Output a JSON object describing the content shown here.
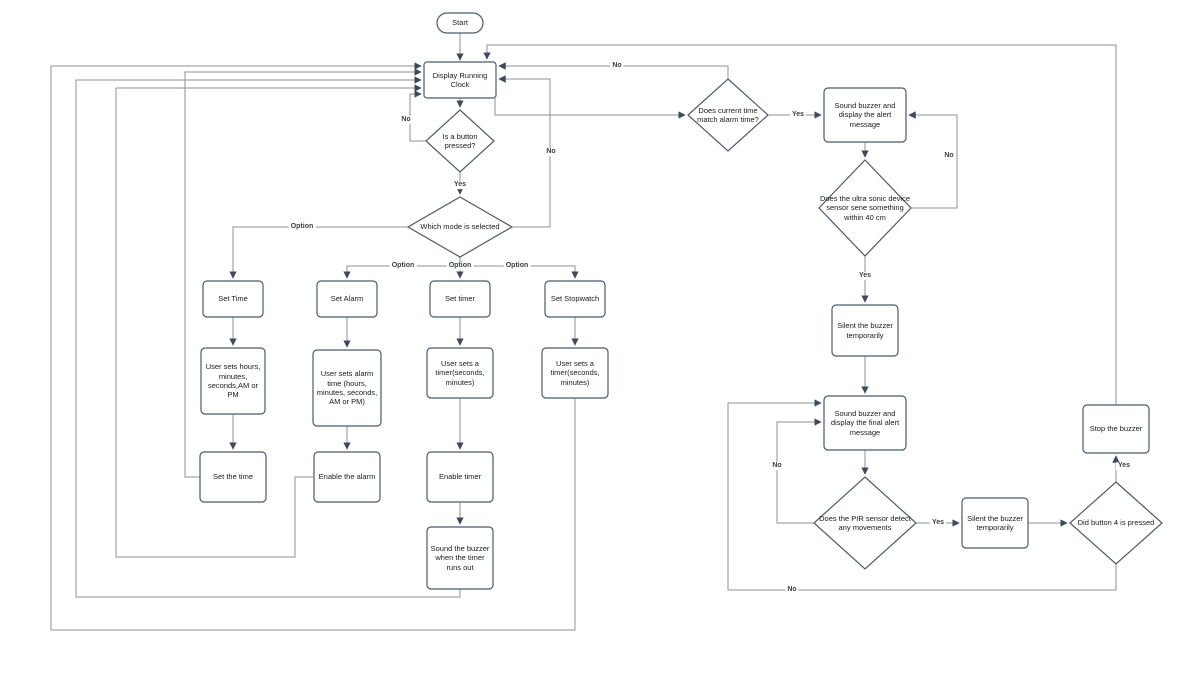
{
  "colors": {
    "background": "#ffffff",
    "shape_fill": "#ffffff",
    "shape_border": "#4b5a6e",
    "connector": "#8d929c",
    "arrowhead": "#3e4a5c",
    "text": "#1a1a1a"
  },
  "labels": {
    "yes": "Yes",
    "no": "No",
    "option": "Option"
  },
  "nodes": {
    "start": {
      "label": "Start",
      "type": "terminator"
    },
    "display_clock": {
      "label": "Display Running Clock",
      "type": "process"
    },
    "is_button_pressed": {
      "label": "Is a button pressed?",
      "type": "decision"
    },
    "which_mode": {
      "label": "Which mode is selected",
      "type": "decision"
    },
    "set_time": {
      "label": "Set Time",
      "type": "process"
    },
    "set_alarm": {
      "label": "Set Alarm",
      "type": "process"
    },
    "set_timer": {
      "label": "Set timer",
      "type": "process"
    },
    "set_stopwatch": {
      "label": "Set Stopwatch",
      "type": "process"
    },
    "user_sets_time": {
      "label": "User sets hours, minutes, seconds,AM or PM",
      "type": "process"
    },
    "user_sets_alarm": {
      "label": "User sets alarm time (hours, minutes, seconds, AM or PM)",
      "type": "process"
    },
    "user_sets_timer": {
      "label": "User sets a timer(seconds, minutes)",
      "type": "process"
    },
    "user_sets_stopwatch": {
      "label": "User sets a timer(seconds, minutes)",
      "type": "process"
    },
    "set_the_time": {
      "label": "Set the time",
      "type": "process"
    },
    "enable_alarm": {
      "label": "Enable the alarm",
      "type": "process"
    },
    "enable_timer": {
      "label": "Enable timer",
      "type": "process"
    },
    "sound_timer_buzzer": {
      "label": "Sound the buzzer when the timer runs out",
      "type": "process"
    },
    "alarm_match": {
      "label": "Does current time match alarm time?",
      "type": "decision"
    },
    "sound_buzzer_alert": {
      "label": "Sound buzzer and display the alert message",
      "type": "process"
    },
    "ultrasonic": {
      "label": "Does the ultra sonic device sensor sene something within 40 cm",
      "type": "decision"
    },
    "silent_buzzer_temp_1": {
      "label": "Silent the buzzer temporarily",
      "type": "process"
    },
    "sound_final_alert": {
      "label": "Sound buzzer and display the final alert message",
      "type": "process"
    },
    "pir_sensor": {
      "label": "Does the PIR sensor detect any movements",
      "type": "decision"
    },
    "silent_buzzer_temp_2": {
      "label": "Silent the buzzer temporarily",
      "type": "process"
    },
    "did_button_4": {
      "label": "Did button 4 is pressed",
      "type": "decision"
    },
    "stop_buzzer": {
      "label": "Stop the buzzer",
      "type": "process"
    }
  }
}
